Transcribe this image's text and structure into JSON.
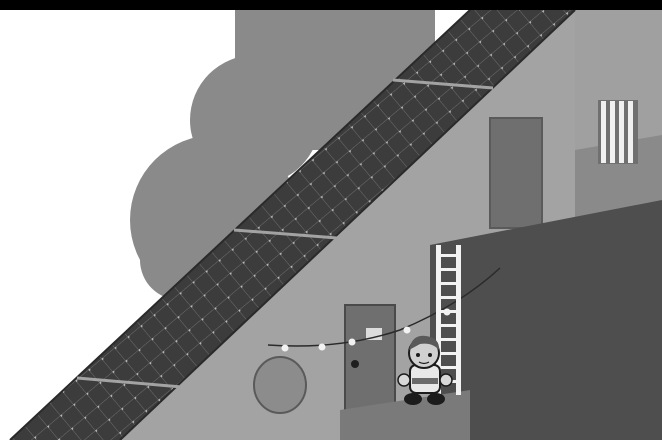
{
  "game": {
    "scene_name": "",
    "palette": {
      "sky": "#ffffff",
      "cloud": "#8a8a8a",
      "wall_light": "#a3a3a3",
      "wall_mid": "#8e8e8e",
      "wall_dark": "#4e4e4e",
      "roof_panel": "#3c3c3c",
      "panel_grid": "#747474",
      "panel_node": "#b8b8b8",
      "ladder": "#f2f2f2",
      "frame_bar": "#000000"
    },
    "icons": {
      "character": "boy-character",
      "ladder": "ladder",
      "door": "door",
      "window": "barred-window",
      "solar_panels": "solar-panel-strip",
      "string_lights": "string-lights",
      "round_window": "round-porthole"
    }
  }
}
